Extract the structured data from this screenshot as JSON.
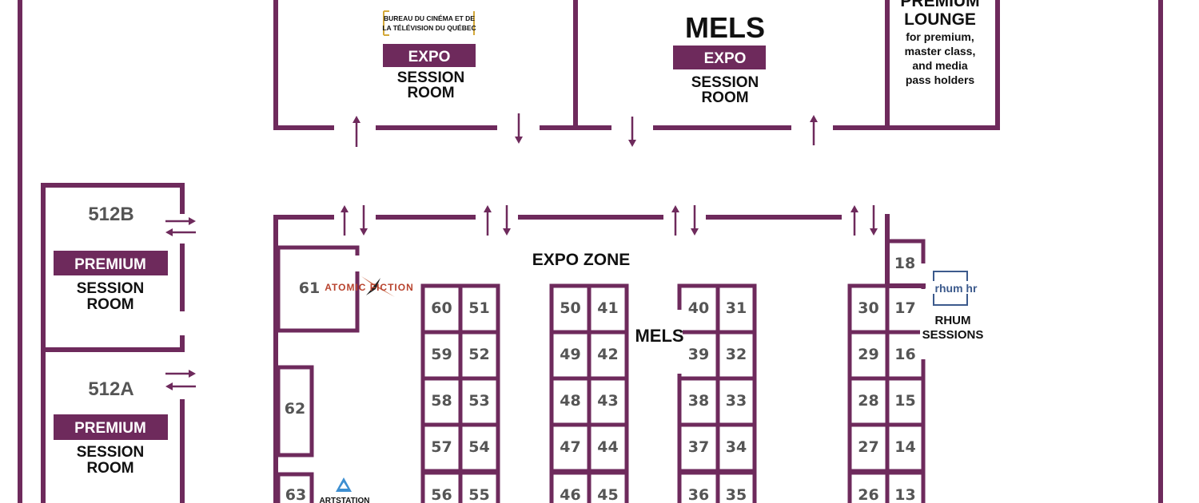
{
  "colors": {
    "wall": "#6e2a5c",
    "badge": "#6e2a5c",
    "booth_text": "#555555",
    "text": "#111111"
  },
  "rooms": {
    "bureau": {
      "logo_line1": "BUREAU DU CINÉMA ET DE",
      "logo_line2": "LA TÉLÉVISION DU QUÉBEC",
      "badge": "EXPO",
      "line1": "SESSION",
      "line2": "ROOM"
    },
    "mels": {
      "logo": "MELS",
      "badge": "EXPO",
      "line1": "SESSION",
      "line2": "ROOM"
    },
    "lounge": {
      "title1": "PREMIUM",
      "title2": "LOUNGE",
      "desc1": "for premium,",
      "desc2": "master class,",
      "desc3": "and media",
      "desc4": "pass holders"
    },
    "room_512b": {
      "number": "512B",
      "badge": "PREMIUM",
      "line1": "SESSION",
      "line2": "ROOM"
    },
    "room_512a": {
      "number": "512A",
      "badge": "PREMIUM",
      "line1": "SESSION",
      "line2": "ROOM"
    }
  },
  "expo_zone": {
    "title": "EXPO ZONE",
    "mels_label": "MELS",
    "atomic_fiction": "ATOMIC FICTION",
    "artstation": "ARTSTATION",
    "rhum_logo": "rhum hr",
    "rhum_line1": "RHUM",
    "rhum_line2": "SESSIONS"
  },
  "booths": {
    "b61": "61",
    "b62": "62",
    "b63": "63",
    "col1": [
      "60",
      "59",
      "58",
      "57",
      "56"
    ],
    "col2": [
      "51",
      "52",
      "53",
      "54",
      "55"
    ],
    "col3": [
      "50",
      "49",
      "48",
      "47",
      "46"
    ],
    "col4": [
      "41",
      "42",
      "43",
      "44",
      "45"
    ],
    "col5": [
      "40",
      "39",
      "38",
      "37",
      "36"
    ],
    "col6": [
      "31",
      "32",
      "33",
      "34",
      "35"
    ],
    "col7": [
      "30",
      "29",
      "28",
      "27",
      "26"
    ],
    "col8": [
      "17",
      "16",
      "15",
      "14",
      "13"
    ],
    "b18": "18"
  }
}
